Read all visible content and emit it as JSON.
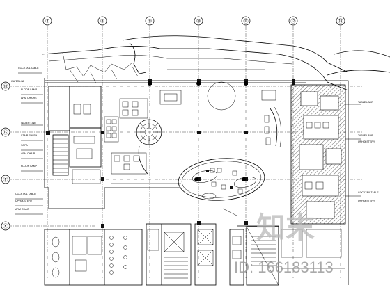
{
  "grid_columns": [
    "⑦",
    "⑧",
    "⑨",
    "⑩",
    "⑪",
    "⑫",
    "⑬"
  ],
  "grid_rows": [
    "Ⓗ",
    "Ⓖ",
    "Ⓕ",
    "Ⓔ"
  ],
  "left_labels": [
    [
      "COCKTAIL TABLE",
      ""
    ],
    [
      "FLOOR LAMP",
      "",
      "ARM CHAIRS",
      ""
    ],
    [
      "WATER LINE"
    ],
    [
      "STAIR FINISH",
      "",
      "SOFA",
      "",
      "ARM CHAIR",
      ""
    ],
    [
      "FLOOR LAMP",
      ""
    ],
    [
      "COCKTAIL TABLE",
      "",
      "UPHOLSTERY",
      "",
      "ARM CHAIR",
      ""
    ]
  ],
  "right_labels": [
    [
      "TABLE LAMP",
      ""
    ],
    [
      "TABLE LAMP",
      "",
      "UPHOLSTERY",
      ""
    ],
    [
      "COCKTAIL TABLE",
      "",
      "UPHOLSTERY",
      ""
    ]
  ],
  "room_notes": {
    "water_line": "WATER LINE",
    "top_note": "",
    "top_note_2": "",
    "lobby_note": "",
    "left_room": "",
    "lower_note": "",
    "section_note": ""
  },
  "watermark": {
    "logo_text": "知末",
    "id_text": "ID: 166183113"
  }
}
